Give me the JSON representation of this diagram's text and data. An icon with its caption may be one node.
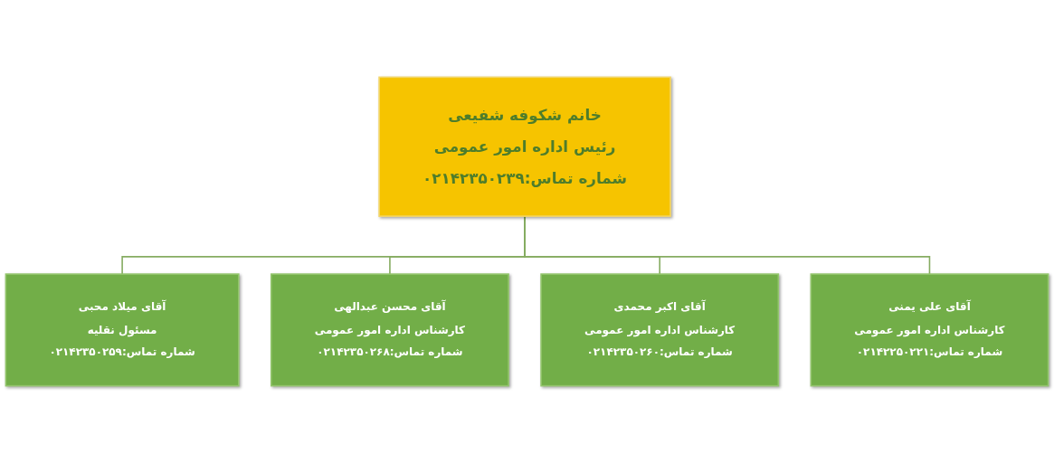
{
  "diagram": {
    "nodes": [
      {
        "text": [
          "خانم شکوفه شفیعی",
          "رئیس اداره امور عمومی",
          "شماره تماس:۰۲۱۴۲۳۵۰۲۳۹"
        ]
      },
      {
        "text": [
          "آقای میلاد محبی",
          "مسئول نقلیه",
          "شماره تماس:۰۲۱۴۲۳۵۰۲۵۹"
        ]
      },
      {
        "text": [
          "آقای محسن عبدالهی",
          "کارشناس اداره امور عمومی",
          "شماره تماس:۰۲۱۴۲۳۵۰۲۶۸"
        ]
      },
      {
        "text": [
          "آقای اکبر محمدی",
          "کارشناس اداره امور عمومی",
          "شماره تماس:۰۲۱۴۲۳۵۰۲۶۰"
        ]
      },
      {
        "text": [
          "آقای علی یمنی",
          "کارشناس اداره امور عمومی",
          "شماره تماس:۰۲۱۴۲۲۵۰۲۲۱"
        ]
      }
    ],
    "edges": [
      {
        "from": 0,
        "to": 1,
        "arrow": "none"
      },
      {
        "from": 0,
        "to": 2,
        "arrow": "none"
      },
      {
        "from": 0,
        "to": 3,
        "arrow": "none"
      },
      {
        "from": 0,
        "to": 4,
        "arrow": "none"
      }
    ]
  }
}
